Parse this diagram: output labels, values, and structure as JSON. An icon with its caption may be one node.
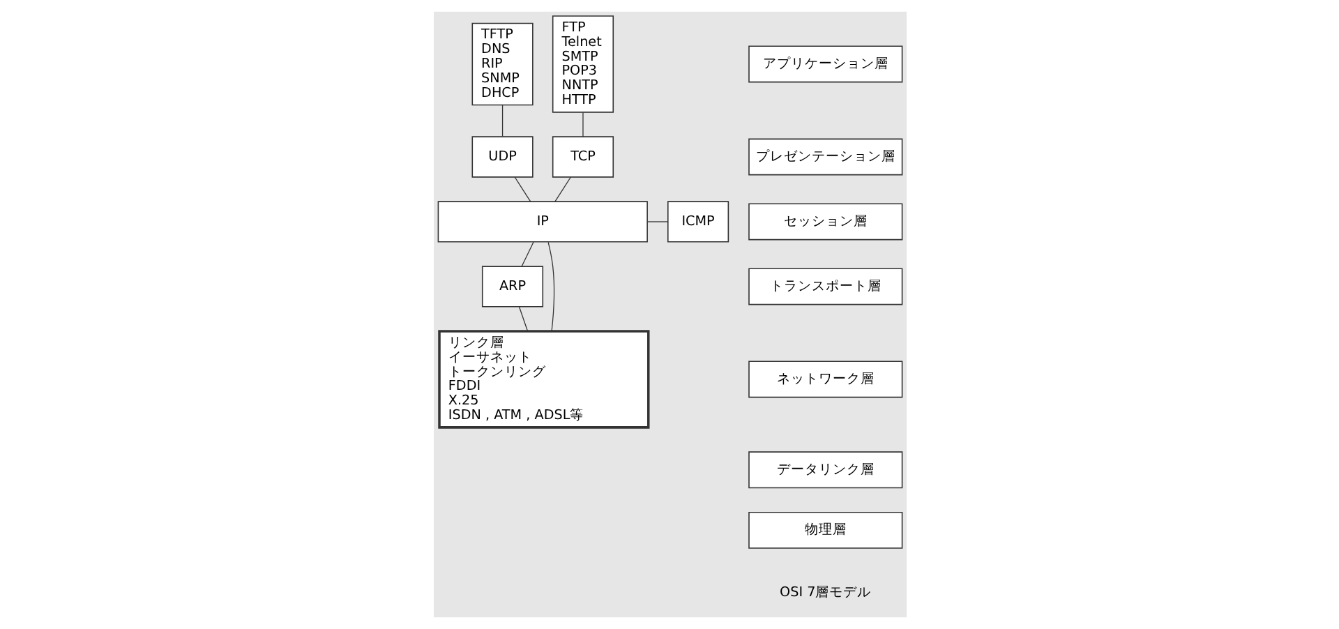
{
  "diagram": {
    "nodes": [
      {
        "text": [
          "TFTP",
          "DNS",
          "RIP",
          "SNMP",
          "DHCP"
        ]
      },
      {
        "text": [
          "FTP",
          "Telnet",
          "SMTP",
          "POP3",
          "NNTP",
          "HTTP"
        ]
      },
      {
        "text": [
          "UDP"
        ]
      },
      {
        "text": [
          "TCP"
        ]
      },
      {
        "text": [
          "IP"
        ]
      },
      {
        "text": [
          "ICMP"
        ]
      },
      {
        "text": [
          "ARP"
        ]
      },
      {
        "text": [
          "リンク層",
          "イーサネット",
          "トークンリング",
          "FDDI",
          "X.25",
          "ISDN , ATM , ADSL等"
        ]
      },
      {
        "text": [
          "アプリケーション層"
        ]
      },
      {
        "text": [
          "プレゼンテーション層"
        ]
      },
      {
        "text": [
          "セッション層"
        ]
      },
      {
        "text": [
          "トランスポート層"
        ]
      },
      {
        "text": [
          "ネットワーク層"
        ]
      },
      {
        "text": [
          "データリンク層"
        ]
      },
      {
        "text": [
          "物理層"
        ]
      }
    ],
    "edges": [
      {
        "from": 0,
        "to": 2,
        "arrow": "none"
      },
      {
        "from": 1,
        "to": 3,
        "arrow": "none"
      },
      {
        "from": 2,
        "to": 4,
        "arrow": "none"
      },
      {
        "from": 3,
        "to": 4,
        "arrow": "none"
      },
      {
        "from": 4,
        "to": 5,
        "arrow": "none"
      },
      {
        "from": 4,
        "to": 6,
        "arrow": "none"
      },
      {
        "from": 4,
        "to": 7,
        "arrow": "none"
      },
      {
        "from": 6,
        "to": 7,
        "arrow": "none"
      }
    ],
    "labels": [
      "OSI 7層モデル"
    ]
  }
}
